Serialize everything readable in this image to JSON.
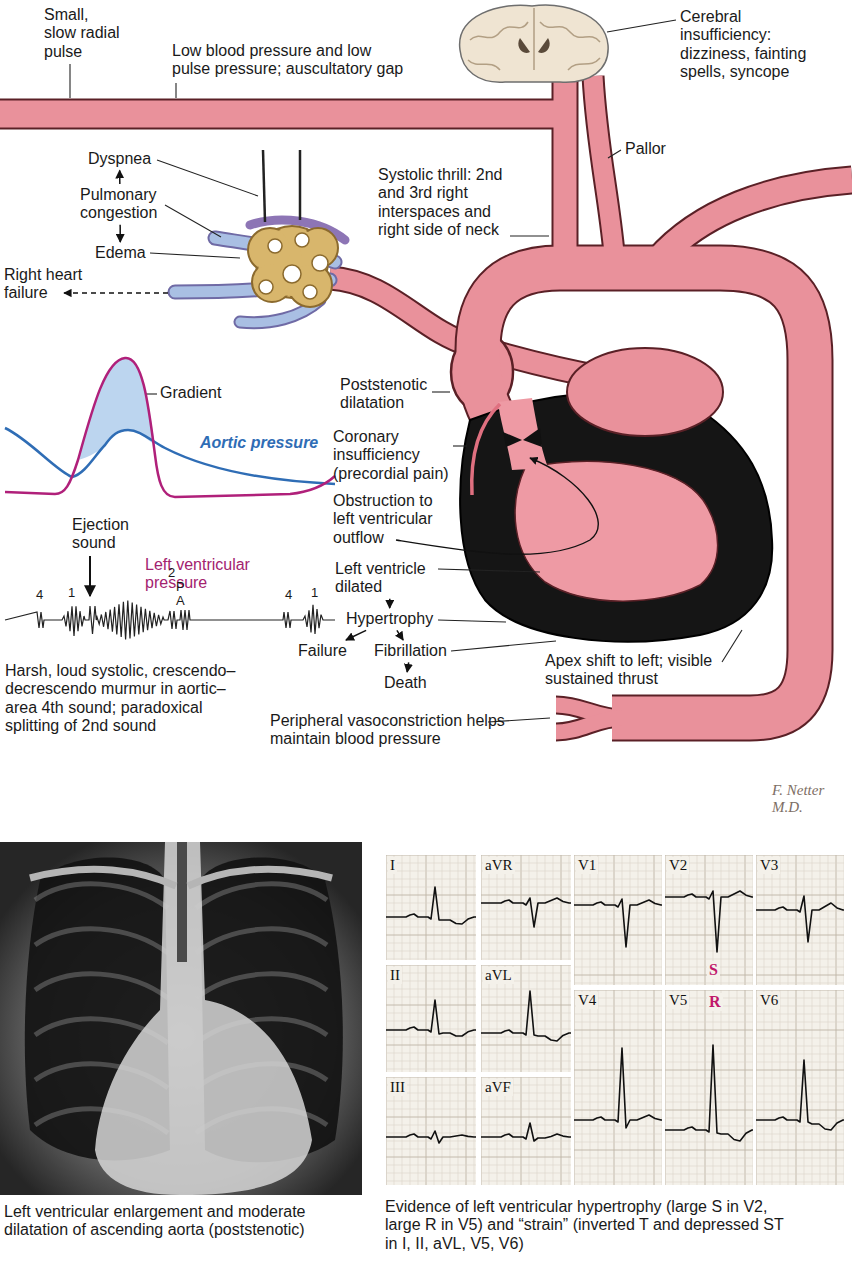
{
  "diagram": {
    "nodes": [
      {
        "text": [
          "Dyspnea"
        ]
      },
      {
        "text": [
          "Pulmonary congestion"
        ]
      },
      {
        "text": [
          "Edema"
        ]
      },
      {
        "text": [
          "Left ventricle dilated"
        ]
      },
      {
        "text": [
          "Hypertrophy"
        ]
      },
      {
        "text": [
          "Failure"
        ]
      },
      {
        "text": [
          "Fibrillation"
        ]
      },
      {
        "text": [
          "Death"
        ]
      },
      {
        "text": [
          "I"
        ]
      },
      {
        "text": [
          "aVR"
        ]
      },
      {
        "text": [
          "V1"
        ]
      },
      {
        "text": [
          "V2",
          "S"
        ]
      },
      {
        "text": [
          "V3"
        ]
      },
      {
        "text": [
          "II"
        ]
      },
      {
        "text": [
          "aVL"
        ]
      },
      {
        "text": [
          "V4"
        ]
      },
      {
        "text": [
          "V5",
          "R"
        ]
      },
      {
        "text": [
          "V6"
        ]
      },
      {
        "text": [
          "III"
        ]
      },
      {
        "text": [
          "aVF"
        ]
      }
    ],
    "edges": [
      {
        "from": 1,
        "to": 0,
        "arrow": "to"
      },
      {
        "from": 1,
        "to": 2,
        "arrow": "to"
      },
      {
        "from": 3,
        "to": 4,
        "arrow": "to"
      },
      {
        "from": 4,
        "to": 5,
        "arrow": "to"
      },
      {
        "from": 4,
        "to": 6,
        "arrow": "to"
      },
      {
        "from": 6,
        "to": 7,
        "arrow": "to"
      }
    ],
    "labels": [
      "Small, slow radial pulse",
      "Low blood pressure and low pulse pressure; auscultatory gap",
      "Cerebral insufficiency: dizziness, fainting spells, syncope",
      "Pallor",
      "Systolic thrill: 2nd and 3rd right interspaces and right side of neck",
      "Right heart failure",
      "Poststenotic dilatation",
      "Gradient",
      "Aortic pressure",
      "Coronary insufficiency (precordial pain)",
      "Obstruction to left ventricular outflow",
      "Ejection sound",
      "Left ventricular pressure",
      "4",
      "1",
      "2",
      "P",
      "A",
      "4",
      "1",
      "Apex shift to left; visible sustained thrust",
      "Harsh, loud systolic, crescendo– decrescendo murmur in aortic– area 4th sound; paradoxical splitting of 2nd sound",
      "Peripheral vasoconstriction helps maintain blood pressure",
      "F. Netter M.D.",
      "Left ventricular enlargement and moderate dilatation of ascending aorta (poststenotic)",
      "Evidence of left ventricular hypertrophy (large S in V2, large R in V5) and “strain” (inverted T and depressed ST in I, II, aVL, V5, V6)"
    ]
  }
}
